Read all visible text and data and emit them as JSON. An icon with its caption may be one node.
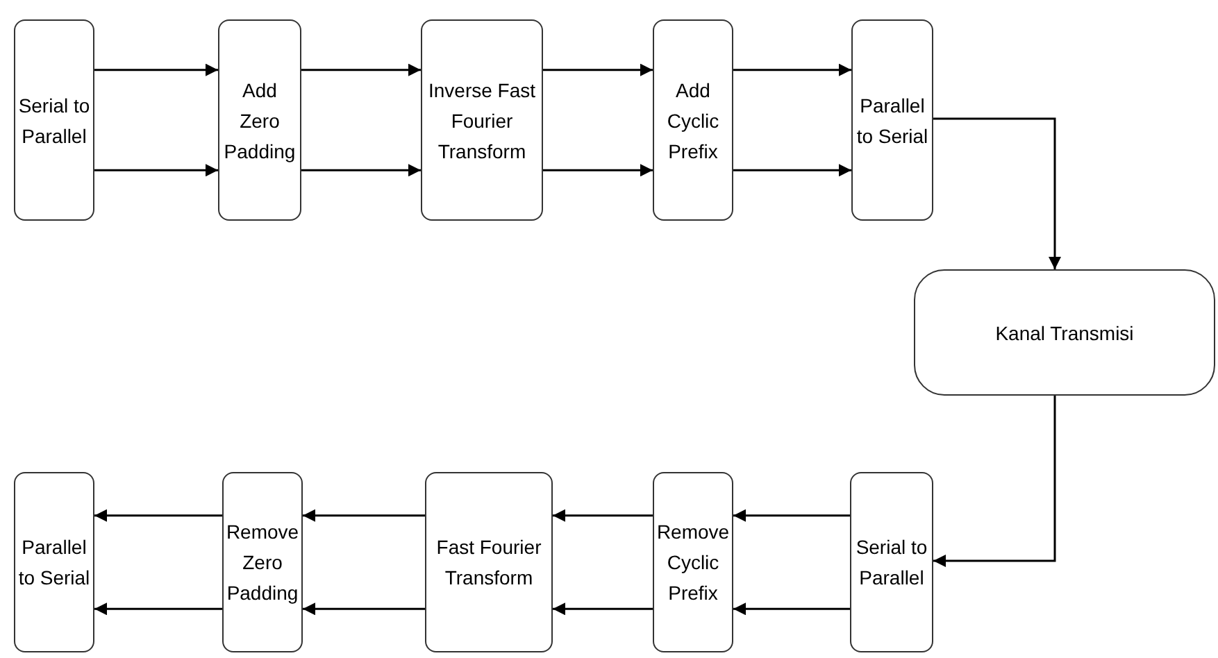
{
  "diagram": {
    "nodes": [
      {
        "text": [
          "Serial to Parallel"
        ]
      },
      {
        "text": [
          "Add Zero Padding"
        ]
      },
      {
        "text": [
          "Inverse Fast Fourier Transform"
        ]
      },
      {
        "text": [
          "Add Cyclic Prefix"
        ]
      },
      {
        "text": [
          "Parallel to Serial"
        ]
      },
      {
        "text": [
          "Kanal Transmisi"
        ]
      },
      {
        "text": [
          "Serial to Parallel"
        ]
      },
      {
        "text": [
          "Remove Cyclic Prefix"
        ]
      },
      {
        "text": [
          "Fast Fourier Transform"
        ]
      },
      {
        "text": [
          "Remove Zero Padding"
        ]
      },
      {
        "text": [
          "Parallel to Serial"
        ]
      }
    ],
    "edges": [
      {
        "from": 0,
        "to": 1,
        "arrow": "to"
      },
      {
        "from": 0,
        "to": 1,
        "arrow": "to"
      },
      {
        "from": 1,
        "to": 2,
        "arrow": "to"
      },
      {
        "from": 1,
        "to": 2,
        "arrow": "to"
      },
      {
        "from": 2,
        "to": 3,
        "arrow": "to"
      },
      {
        "from": 2,
        "to": 3,
        "arrow": "to"
      },
      {
        "from": 3,
        "to": 4,
        "arrow": "to"
      },
      {
        "from": 3,
        "to": 4,
        "arrow": "to"
      },
      {
        "from": 4,
        "to": 5,
        "arrow": "to"
      },
      {
        "from": 5,
        "to": 6,
        "arrow": "to"
      },
      {
        "from": 6,
        "to": 7,
        "arrow": "to"
      },
      {
        "from": 6,
        "to": 7,
        "arrow": "to"
      },
      {
        "from": 7,
        "to": 8,
        "arrow": "to"
      },
      {
        "from": 7,
        "to": 8,
        "arrow": "to"
      },
      {
        "from": 8,
        "to": 9,
        "arrow": "to"
      },
      {
        "from": 8,
        "to": 9,
        "arrow": "to"
      },
      {
        "from": 9,
        "to": 10,
        "arrow": "to"
      },
      {
        "from": 9,
        "to": 10,
        "arrow": "to"
      }
    ]
  }
}
